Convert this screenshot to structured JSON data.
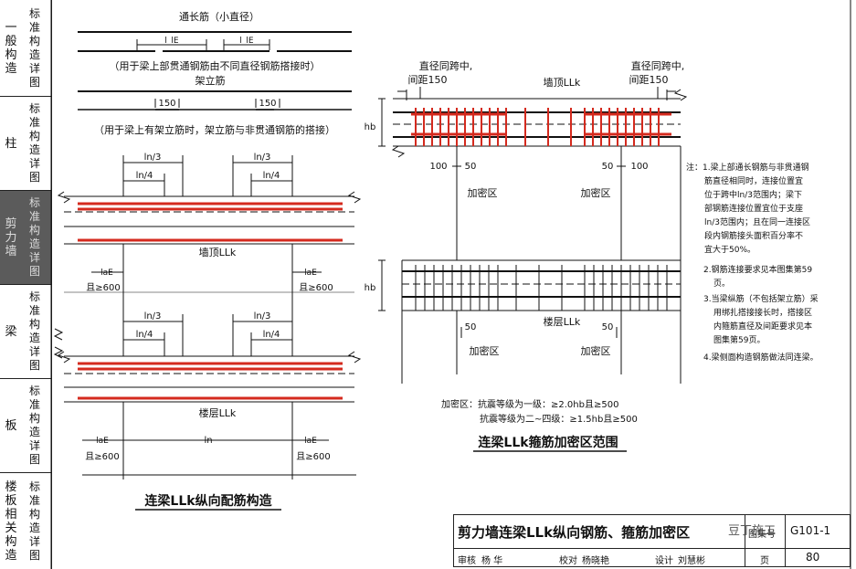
{
  "sidebar": {
    "tabs": [
      {
        "main": "一般构造",
        "sub": "标准构造详图",
        "active": false
      },
      {
        "main": "柱",
        "sub": "标准构造详图",
        "active": false
      },
      {
        "main": "剪力墙",
        "sub": "标准构造详图",
        "active": true
      },
      {
        "main": "梁",
        "sub": "标准构造详图",
        "active": false
      },
      {
        "main": "板",
        "sub": "标准构造详图",
        "active": false
      },
      {
        "main": "楼板相关构造",
        "sub": "标准构造详图",
        "active": false
      }
    ]
  },
  "left_drawing": {
    "top_label": "通长筋（小直径）",
    "lap_len_1": "l_lE",
    "lap_len_2": "l_lE",
    "note1": "（用于梁上部贯通钢筋由不同直径钢筋搭接时）",
    "frame_label": "架立筋",
    "dim150_a": "150",
    "dim150_b": "150",
    "note2": "（用于梁上有架立筋时，架立筋与非贯通钢筋的搭接）",
    "ln3": "ln/3",
    "ln4": "ln/4",
    "top_beam": "墙顶LLk",
    "floor_beam": "楼层LLk",
    "lae": "laE",
    "ge600": "且≥600",
    "ln": "ln",
    "caption": "连梁LLk纵向配筋构造"
  },
  "right_drawing": {
    "same_span_l": "直径同跨中,",
    "spacing_l": "间距150",
    "same_span_r": "直径同跨中,",
    "spacing_r": "间距150",
    "top_beam": "墙顶LLk",
    "floor_beam": "楼层LLk",
    "hb": "hb",
    "d100": "100",
    "d50": "50",
    "dense": "加密区",
    "dense_rule_1": "加密区：抗震等级为一级：≥2.0hb且≥500",
    "dense_rule_2": "抗震等级为二~四级：≥1.5hb且≥500",
    "caption": "连梁LLk箍筋加密区范围"
  },
  "notes": {
    "lines": [
      "注：1.梁上部通长钢筋与非贯通钢",
      "筋直径相同时，连接位置宜",
      "位于跨中ln/3范围内；梁下",
      "部钢筋连接位置宜位于支座",
      "ln/3范围内；且在同一连接区",
      "段内钢筋接头面积百分率不",
      "宜大于50%。",
      "2.钢筋连接要求见本图集第59",
      "页。",
      "3.当梁纵筋（不包括架立筋）采",
      "用绑扎搭接接长时，搭接区",
      "内箍筋直径及间距要求见本",
      "图集第59页。",
      "4.梁侧面构造钢筋做法同连梁。"
    ]
  },
  "title_block": {
    "title": "剪力墙连梁LLk纵向钢筋、箍筋加密区",
    "atlas_label": "图集号",
    "atlas_no": "G101-1",
    "page_label": "页",
    "page_no": "80",
    "row": [
      "审核",
      "杨 华",
      "校对",
      "杨晓艳",
      "设计",
      "刘慧彬"
    ],
    "watermark": "豆丁施工"
  },
  "colors": {
    "rebar_red": "#d42a1e",
    "line": "#111111",
    "sidebar_active": "#5b5b5b"
  }
}
